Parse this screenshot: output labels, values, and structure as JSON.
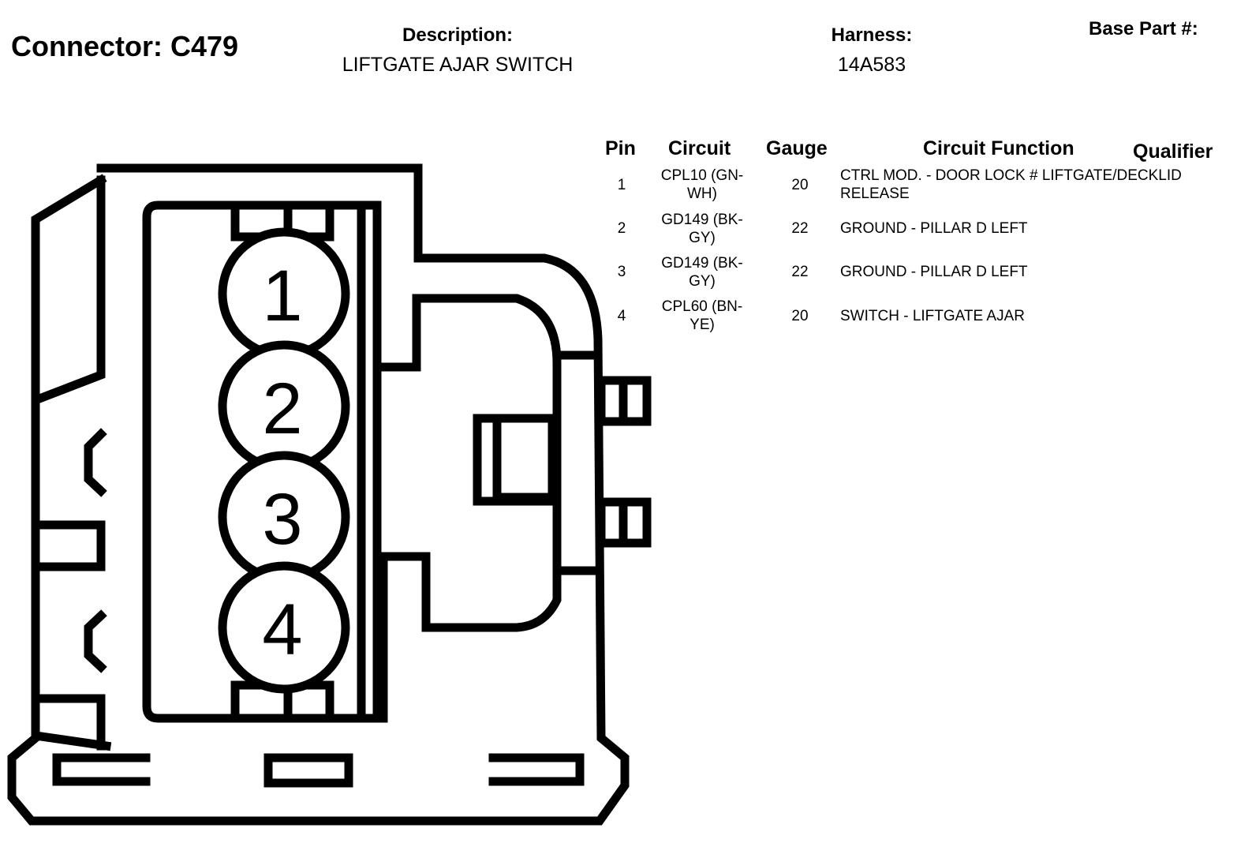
{
  "header": {
    "connector_title": "Connector: C479",
    "description_label": "Description:",
    "description_value": "LIFTGATE AJAR SWITCH",
    "harness_label": "Harness:",
    "harness_value": "14A583",
    "base_part_label": "Base Part #:"
  },
  "table": {
    "headers": {
      "pin": "Pin",
      "circuit": "Circuit",
      "gauge": "Gauge",
      "function": "Circuit Function",
      "qualifier": "Qualifier"
    },
    "rows": [
      {
        "pin": "1",
        "circuit": "CPL10 (GN-WH)",
        "gauge": "20",
        "function": "CTRL MOD. - DOOR LOCK # LIFTGATE/DECKLID RELEASE"
      },
      {
        "pin": "2",
        "circuit": "GD149 (BK-GY)",
        "gauge": "22",
        "function": "GROUND - PILLAR D LEFT"
      },
      {
        "pin": "3",
        "circuit": "GD149 (BK-GY)",
        "gauge": "22",
        "function": "GROUND - PILLAR D LEFT"
      },
      {
        "pin": "4",
        "circuit": "CPL60 (BN-YE)",
        "gauge": "20",
        "function": "SWITCH - LIFTGATE AJAR"
      }
    ]
  },
  "diagram": {
    "pin_labels": [
      "1",
      "2",
      "3",
      "4"
    ],
    "stroke_color": "#000000",
    "fill_color": "#ffffff"
  }
}
